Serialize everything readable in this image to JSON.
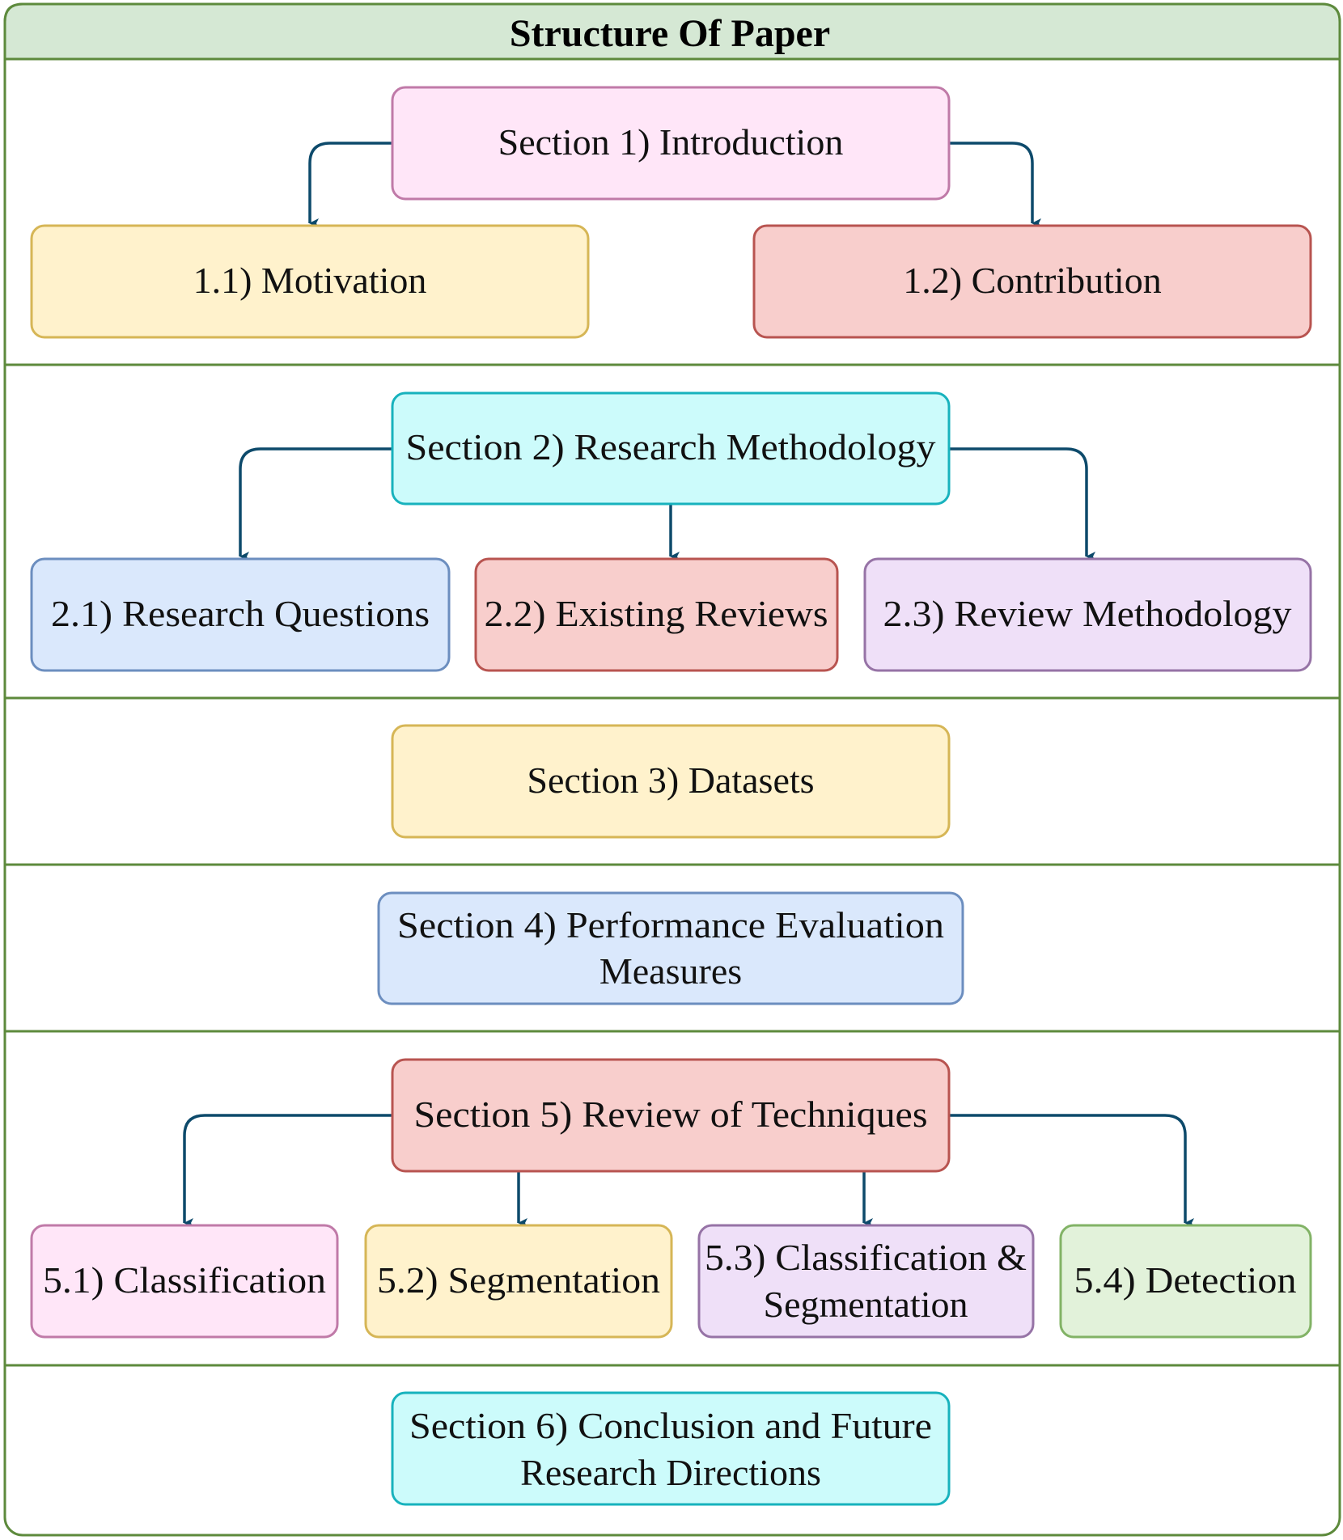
{
  "title": "Structure Of Paper",
  "colors": {
    "frame_border": "#5d8a3c",
    "title_fill": "#d5e8d4",
    "arrow": "#0d4a6b",
    "pink_fill": "#ffe6f8",
    "pink_stroke": "#c07aa8",
    "yellow_fill": "#fff2cc",
    "yellow_stroke": "#d6b656",
    "red_fill": "#f8cecc",
    "red_stroke": "#b85450",
    "cyan_fill": "#ccfbfb",
    "cyan_stroke": "#17b2bd",
    "blue_fill": "#dae8fc",
    "blue_stroke": "#6c8ebf",
    "purple_fill": "#efe0f8",
    "purple_stroke": "#9673a6",
    "green_fill": "#e2f2da",
    "green_stroke": "#82b366"
  },
  "sections": [
    {
      "id": "s1",
      "heading": "Section 1) Introduction",
      "subsections": [
        "1.1) Motivation",
        "1.2) Contribution"
      ]
    },
    {
      "id": "s2",
      "heading": "Section 2) Research Methodology",
      "subsections": [
        "2.1) Research Questions",
        "2.2) Existing Reviews",
        "2.3) Review Methodology"
      ]
    },
    {
      "id": "s3",
      "heading": "Section 3) Datasets",
      "subsections": []
    },
    {
      "id": "s4",
      "heading": [
        "Section 4) Performance Evaluation",
        "Measures"
      ],
      "subsections": []
    },
    {
      "id": "s5",
      "heading": "Section 5) Review of Techniques",
      "subsections": [
        "5.1) Classification",
        "5.2) Segmentation",
        [
          "5.3) Classification &",
          "Segmentation"
        ],
        "5.4) Detection"
      ]
    },
    {
      "id": "s6",
      "heading": [
        "Section 6) Conclusion and Future",
        "Research Directions"
      ],
      "subsections": []
    }
  ]
}
